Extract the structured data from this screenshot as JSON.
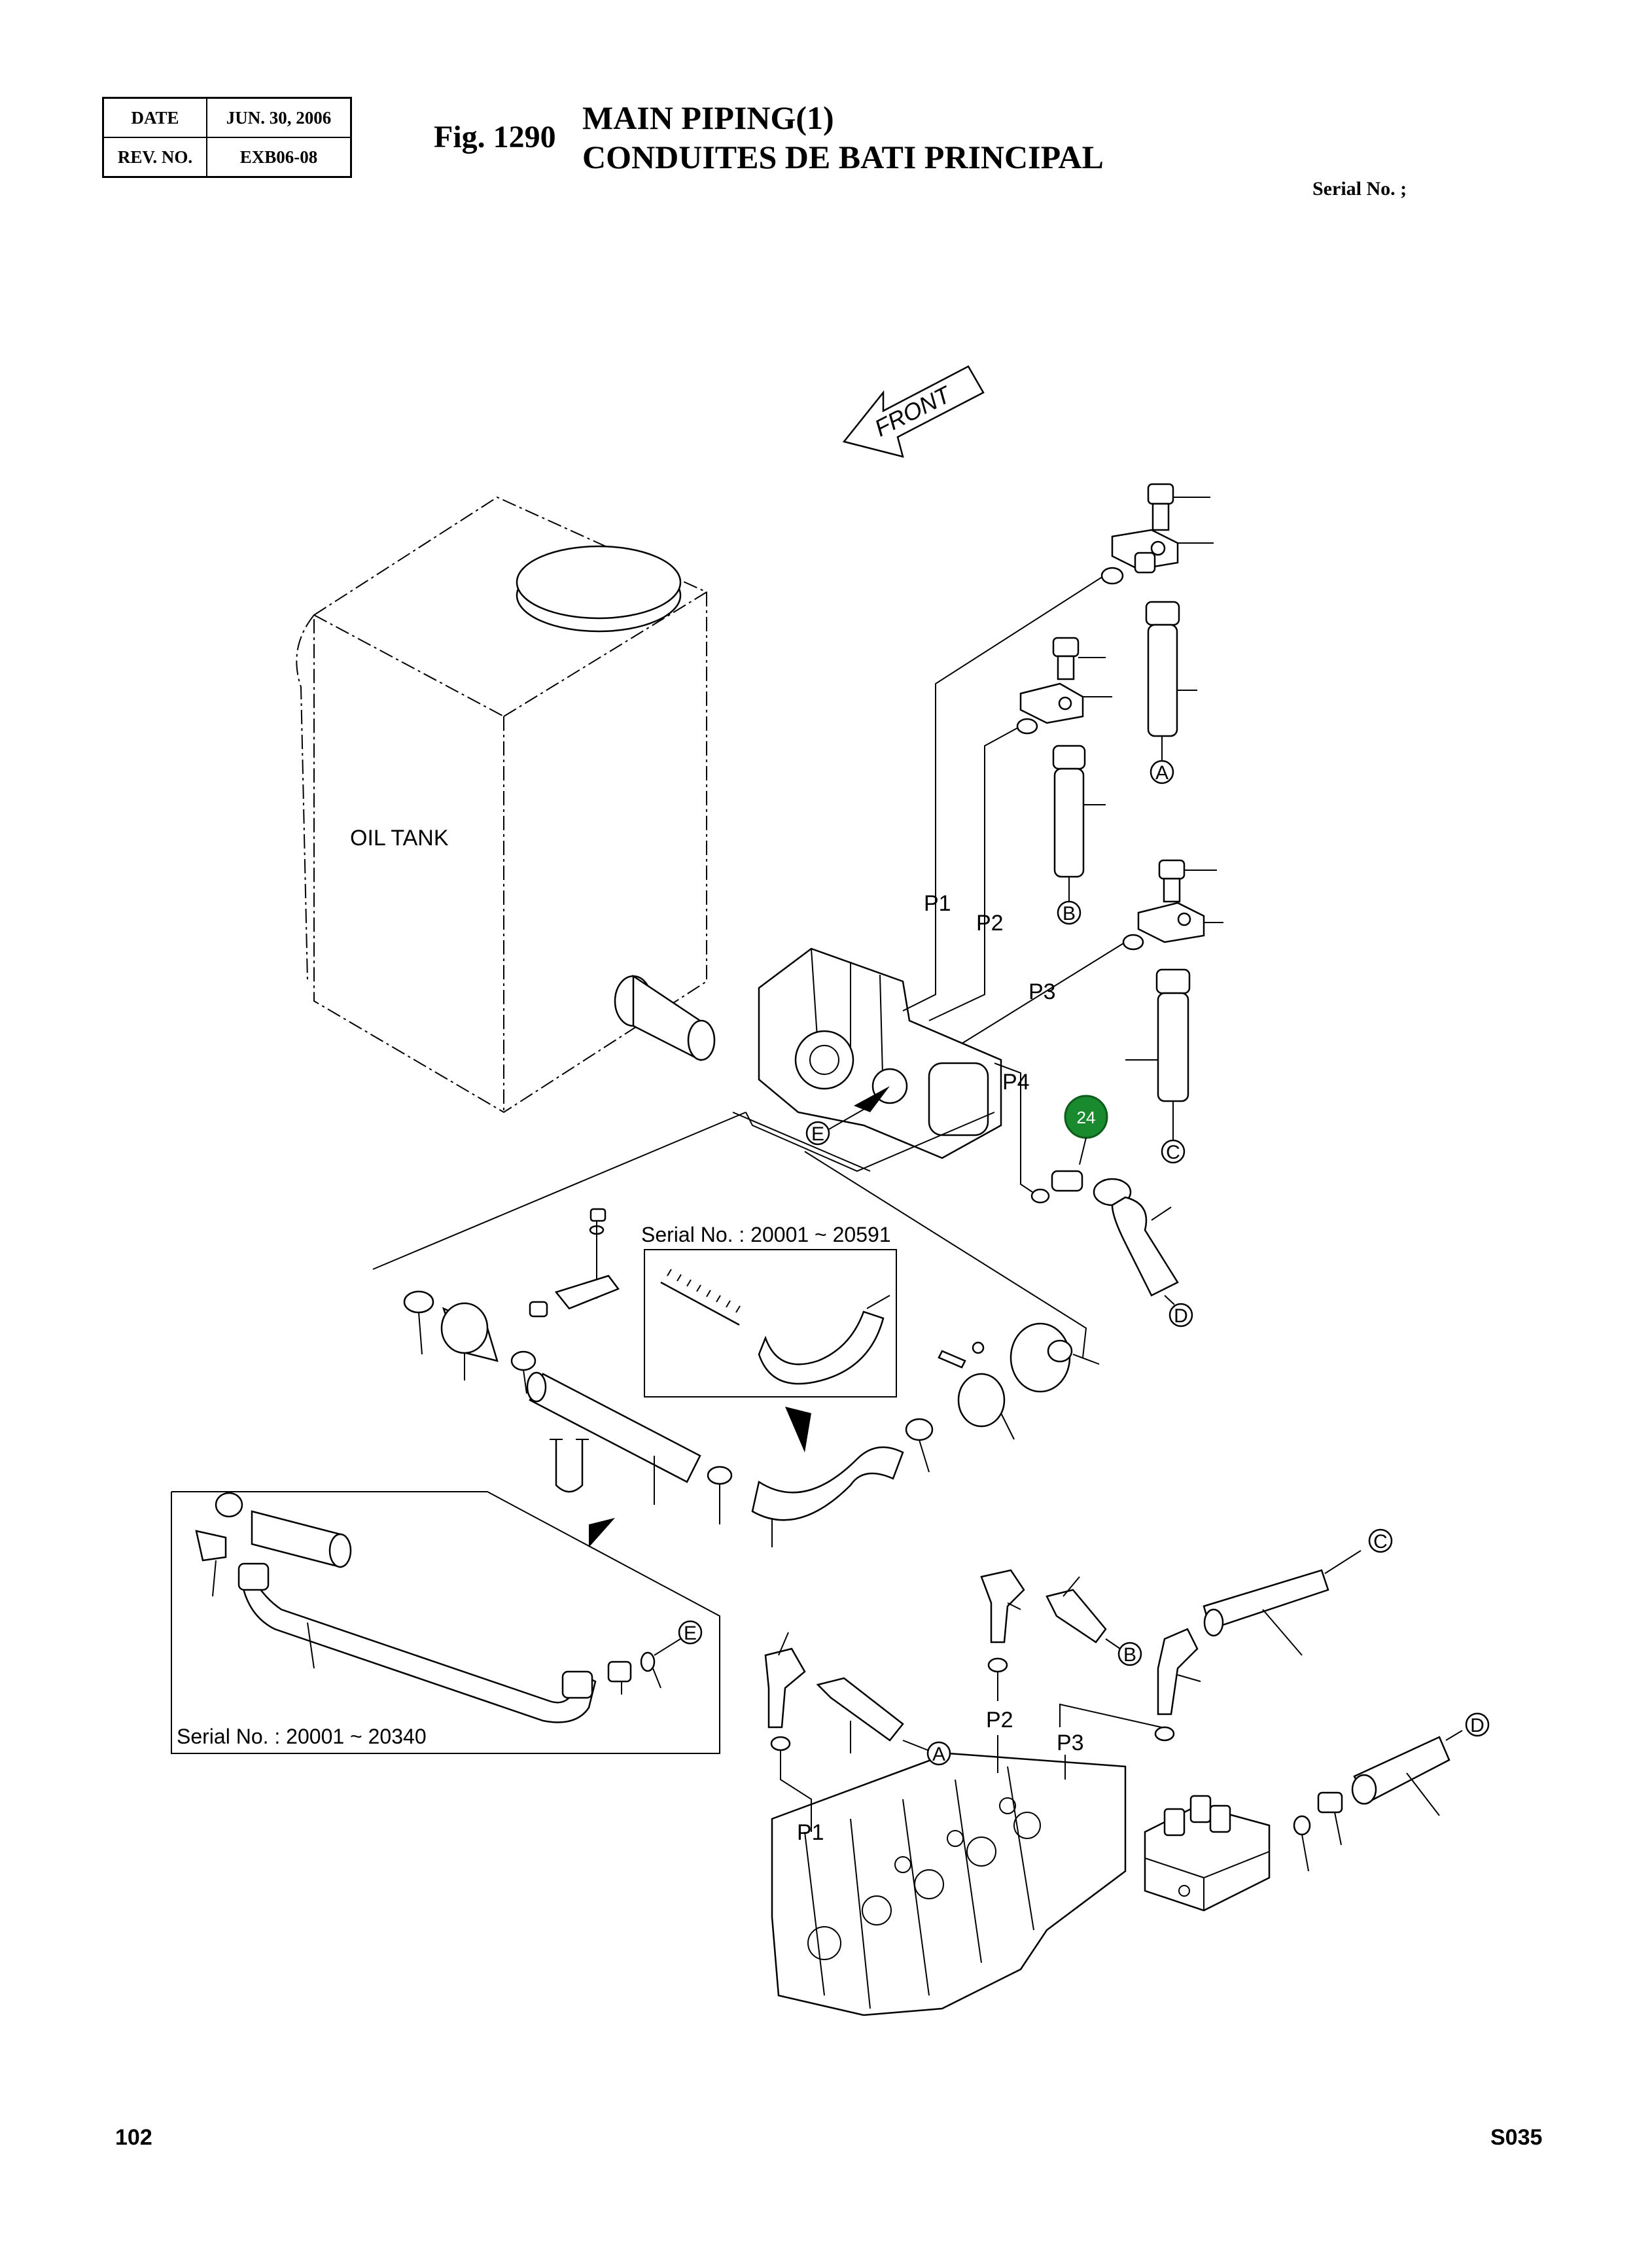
{
  "header": {
    "date_label": "DATE",
    "date_value": "JUN. 30, 2006",
    "rev_label": "REV. NO.",
    "rev_value": "EXB06-08",
    "fig_label": "Fig. 1290",
    "title_en": "MAIN PIPING(1)",
    "title_fr": "CONDUITES DE BATI PRINCIPAL",
    "serial": "Serial No. ;"
  },
  "diagram": {
    "front_label": "FRONT",
    "oil_tank_label": "OIL TANK",
    "callout_number": "24",
    "callout_color": "#1a8a2e",
    "inset_1_label": "Serial No. : 20001 ~ 20591",
    "inset_2_label": "Serial No. : 20001 ~ 20340",
    "port_labels": {
      "p1_upper": "P1",
      "p2_upper": "P2",
      "p3_upper": "P3",
      "p4_upper": "P4",
      "p1_lower": "P1",
      "p2_lower": "P2",
      "p3_lower": "P3"
    },
    "circle_refs": {
      "a_upper": "A",
      "b_upper": "B",
      "c_upper": "C",
      "d_upper": "D",
      "e_upper": "E",
      "a_lower": "A",
      "b_lower": "B",
      "c_lower": "C",
      "d_lower": "D",
      "e_lower": "E"
    }
  },
  "footer": {
    "page_number": "102",
    "page_code": "S035"
  }
}
